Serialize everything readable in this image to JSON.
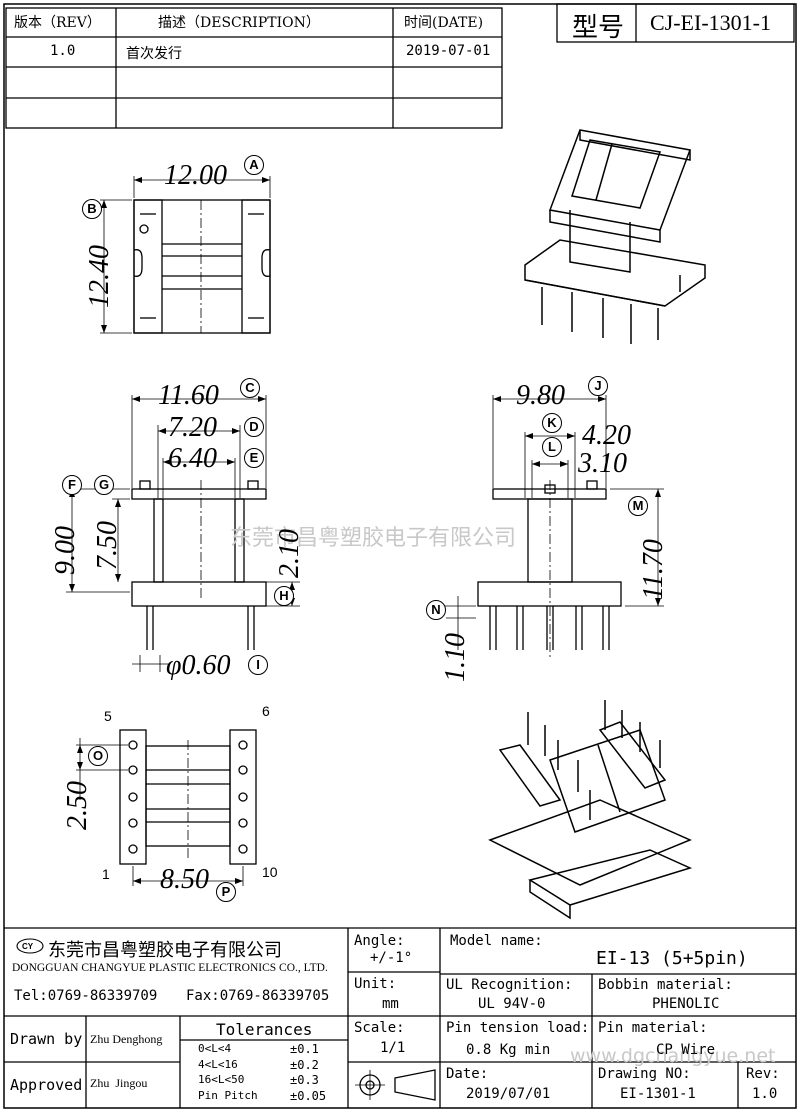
{
  "revision_table": {
    "headers": {
      "rev": "版本（REV）",
      "desc": "描述（DESCRIPTION）",
      "date": "时间(DATE)"
    },
    "rows": [
      {
        "rev": "1.0",
        "desc": "首次发行",
        "date": "2019-07-01"
      },
      {
        "rev": "",
        "desc": "",
        "date": ""
      },
      {
        "rev": "",
        "desc": "",
        "date": ""
      }
    ]
  },
  "model_box": {
    "label": "型号",
    "value": "CJ-EI-1301-1"
  },
  "dimensions": {
    "A": "12.00",
    "B": "12.40",
    "C": "11.60",
    "D": "7.20",
    "E": "6.40",
    "F": "9.00",
    "G": "7.50",
    "H": "2.10",
    "I": "φ0.60",
    "J": "9.80",
    "K": "4.20",
    "L": "3.10",
    "M": "11.70",
    "N": "1.10",
    "O": "2.50",
    "P": "8.50"
  },
  "dimension_tags": [
    "A",
    "B",
    "C",
    "D",
    "E",
    "F",
    "G",
    "H",
    "I",
    "J",
    "K",
    "L",
    "M",
    "N",
    "O",
    "P"
  ],
  "pin_numbers": {
    "p1": "1",
    "p5": "5",
    "p6": "6",
    "p10": "10"
  },
  "watermark": {
    "center": "东莞市昌粤塑胶电子有限公司",
    "corner": "www.dgchangyue.net"
  },
  "title_block": {
    "company_cn": "东莞市昌粤塑胶电子有限公司",
    "company_en": "DONGGUAN CHANGYUE PLASTIC ELECTRONICS CO., LTD.",
    "logo_text": "CY",
    "tel": "Tel:0769-86339709",
    "fax": "Fax:0769-86339705",
    "angle_label": "Angle:",
    "angle_value": "+/-1°",
    "unit_label": "Unit:",
    "unit_value": "mm",
    "scale_label": "Scale:",
    "scale_value": "1/1",
    "model_name_label": "Model name:",
    "model_name_value": "EI-13 (5+5pin)",
    "ul_label": "UL Recognition:",
    "ul_value": "UL 94V-0",
    "bobbin_label": "Bobbin material:",
    "bobbin_value": "PHENOLIC",
    "pin_tension_label": "Pin tension load:",
    "pin_tension_value": "0.8 Kg min",
    "pin_material_label": "Pin material:",
    "pin_material_value": "CP Wire",
    "date_label": "Date:",
    "date_value": "2019/07/01",
    "drawing_no_label": "Drawing NO:",
    "drawing_no_value": "EI-1301-1",
    "rev_label": "Rev:",
    "rev_value": "1.0",
    "drawn_by_label": "Drawn by",
    "drawn_by_value": "Zhu Denghong",
    "approved_label": "Approved",
    "approved_value": "Zhu  Jingou",
    "tolerances_title": "Tolerances",
    "tolerances": [
      {
        "range": "0<L<4",
        "value": "±0.1"
      },
      {
        "range": "4<L<16",
        "value": "±0.2"
      },
      {
        "range": "16<L<50",
        "value": "±0.3"
      },
      {
        "range": "Pin Pitch",
        "value": "±0.05"
      }
    ]
  }
}
